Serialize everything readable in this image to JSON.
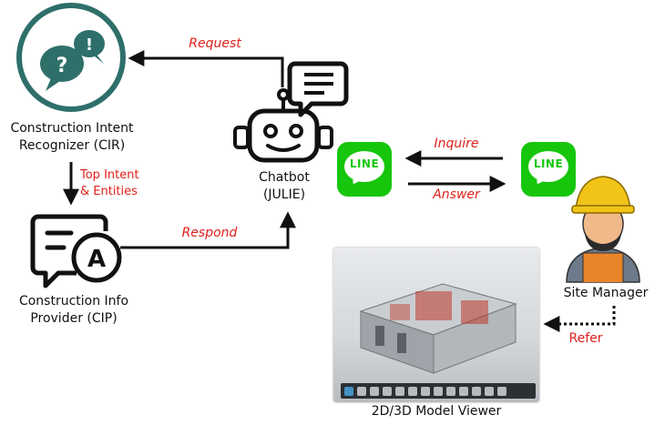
{
  "nodes": {
    "cir": {
      "line1": "Construction Intent",
      "line2": "Recognizer (CIR)"
    },
    "cip": {
      "line1": "Construction Info",
      "line2": "Provider (CIP)"
    },
    "chatbot": {
      "line1": "Chatbot",
      "line2": "(JULIE)"
    },
    "line_left": {
      "label": "LINE"
    },
    "line_right": {
      "label": "LINE"
    },
    "site_manager": {
      "label": "Site Manager"
    },
    "viewer": {
      "label": "2D/3D Model Viewer"
    }
  },
  "edges": {
    "request": "Request",
    "intent_line1": "Top Intent",
    "intent_line2": "& Entities",
    "respond": "Respond",
    "inquire": "Inquire",
    "answer": "Answer",
    "refer": "Refer"
  },
  "colors": {
    "teal": "#2e6f6a",
    "line_green": "#16c60c",
    "edge_label_red": "#e0201b",
    "helmet_yellow": "#f2c418"
  }
}
